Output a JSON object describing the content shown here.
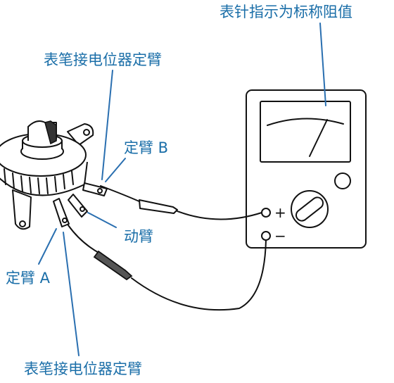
{
  "labels": {
    "needle_note": "表针指示为标称阻值",
    "probe_fixed_top": "表笔接电位器定臂",
    "fixed_arm_b": "定臂 B",
    "moving_arm": "动臂",
    "fixed_arm_a": "定臂 A",
    "probe_fixed_bottom": "表笔接电位器定臂"
  },
  "terminals": {
    "plus": "+",
    "minus": "−"
  },
  "colors": {
    "label": "#1a6ea8",
    "leader": "#2a6fb0",
    "ink": "#111111"
  }
}
